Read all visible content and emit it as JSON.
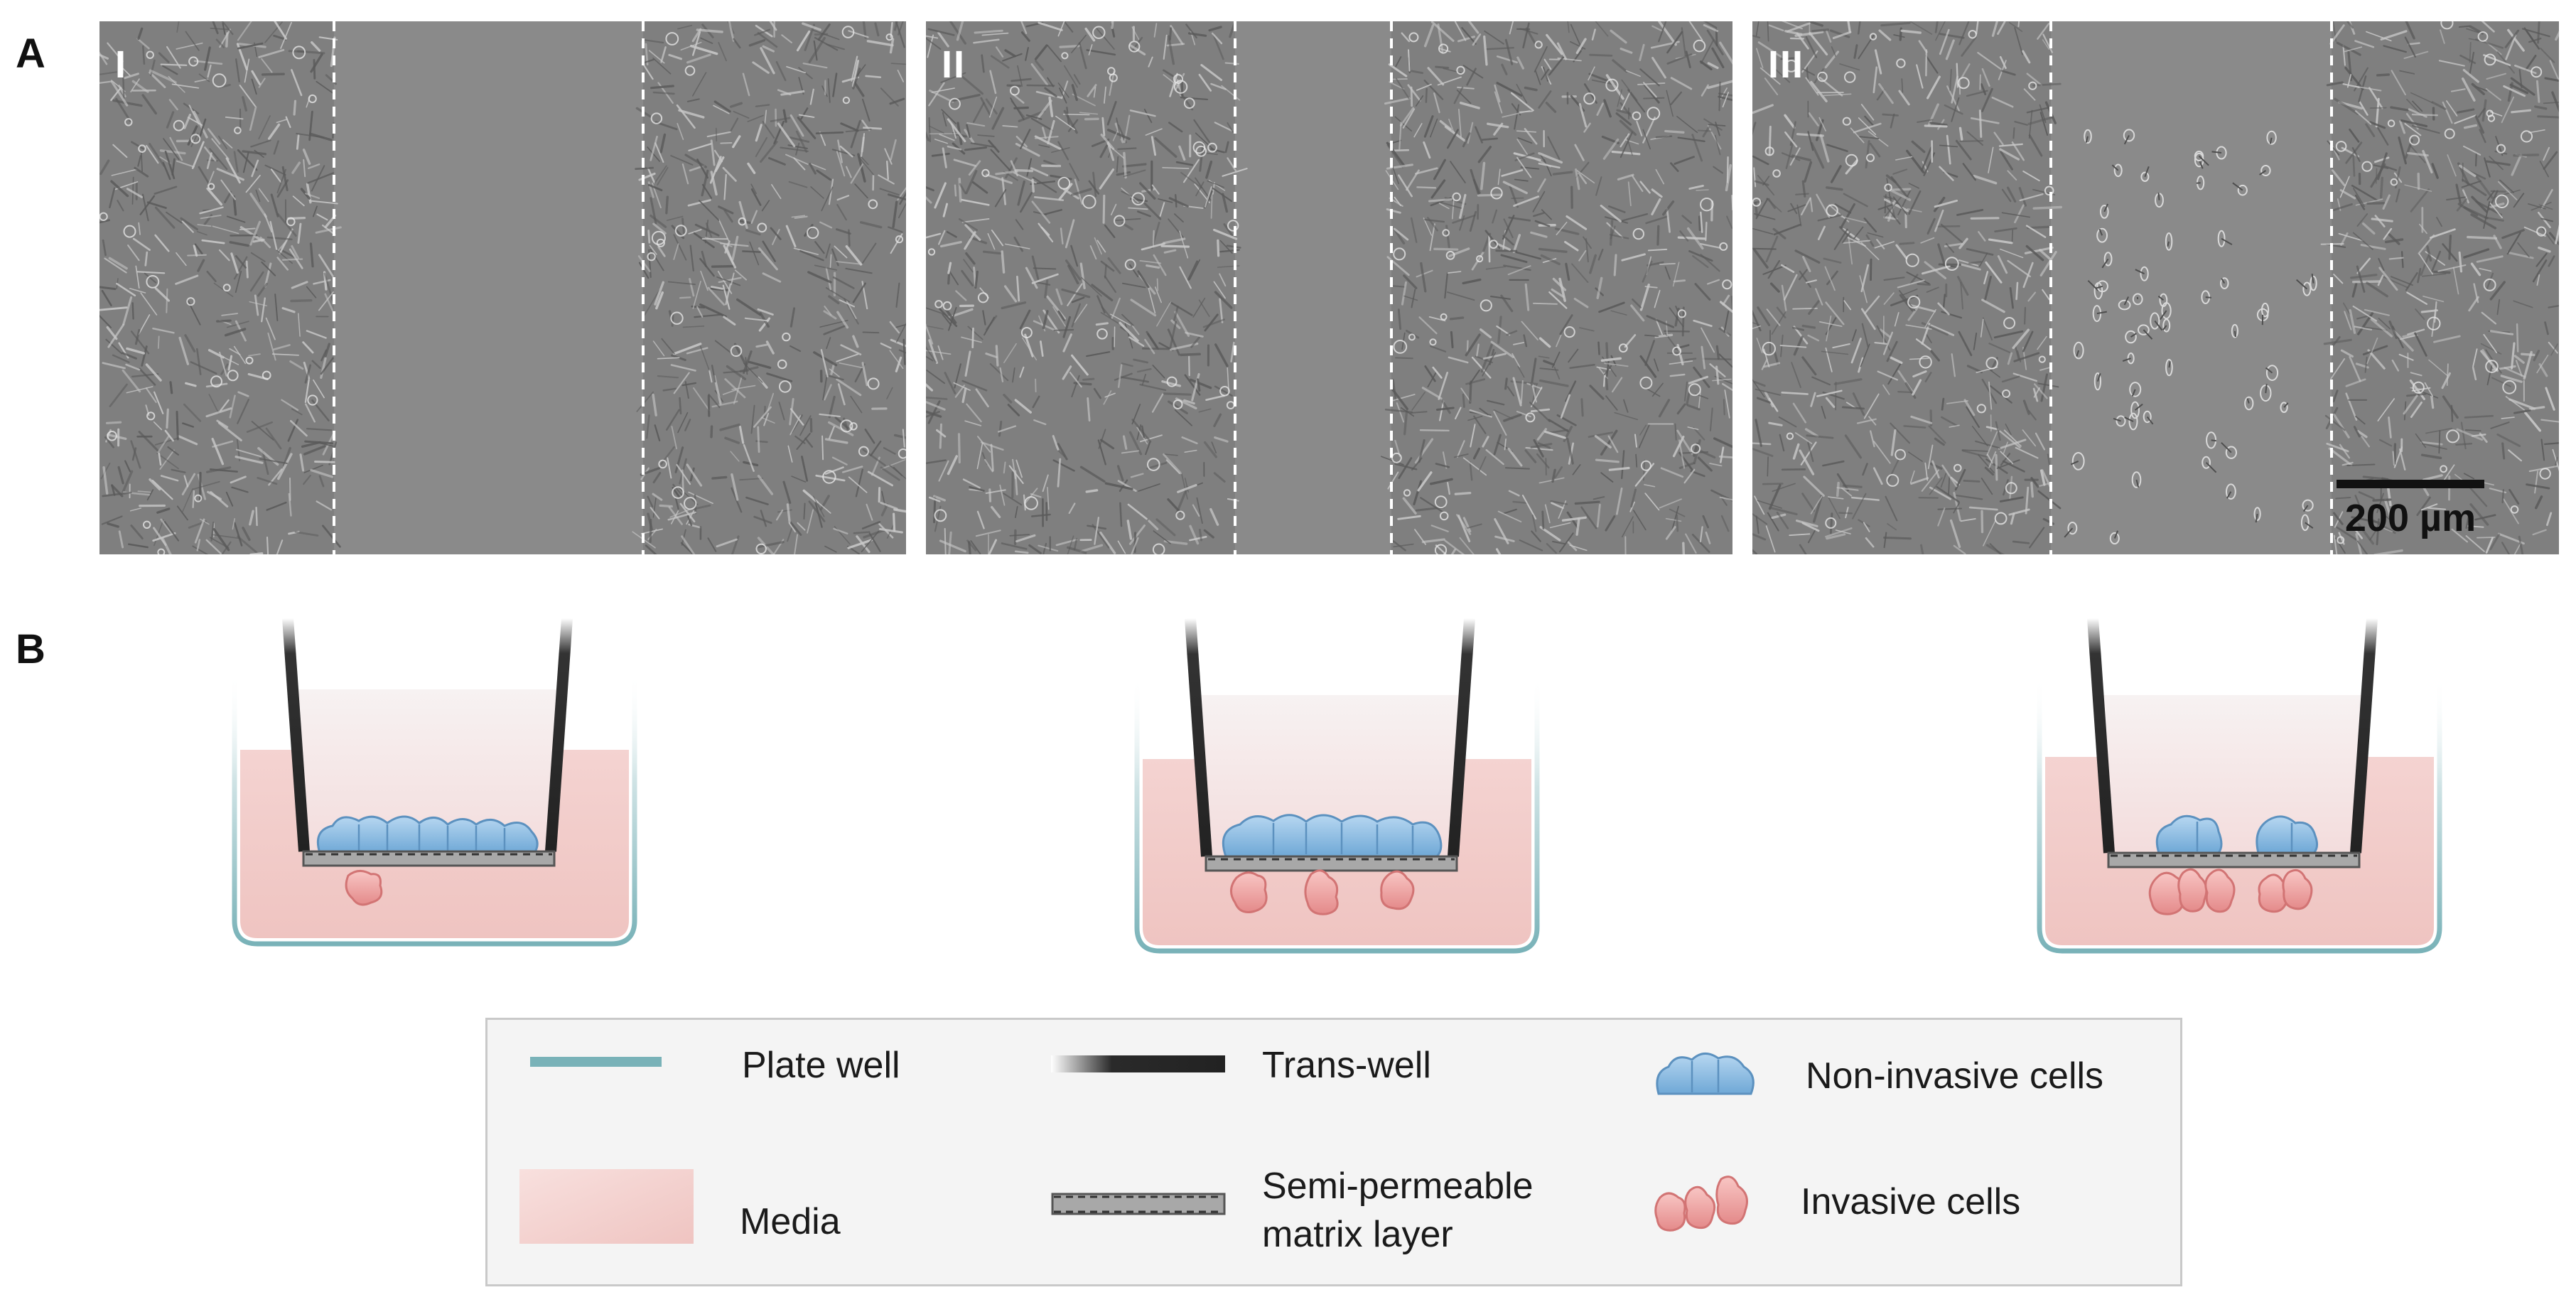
{
  "panels": {
    "a_label": "A",
    "b_label": "B"
  },
  "micrographs": [
    {
      "label": "I",
      "gap": "wide"
    },
    {
      "label": "II",
      "gap": "narrow"
    },
    {
      "label": "III",
      "gap": "medium, with invading cells"
    }
  ],
  "scale_bar": {
    "text": "200 µm"
  },
  "wells": [
    {
      "stage": "I",
      "invasive_cells_below": 1
    },
    {
      "stage": "II",
      "invasive_cells_below": 3
    },
    {
      "stage": "III",
      "invasive_cells_below": 5
    }
  ],
  "legend": {
    "items": [
      {
        "label": "Plate well",
        "icon": "plate-well-line"
      },
      {
        "label": "Trans-well",
        "icon": "trans-well-line"
      },
      {
        "label": "Non-invasive cells",
        "icon": "non-invasive-cells-icon"
      },
      {
        "label": "Media",
        "icon": "media-swatch"
      },
      {
        "label_line1": "Semi-permeable",
        "label_line2": "matrix layer",
        "icon": "matrix-layer-icon"
      },
      {
        "label": "Invasive cells",
        "icon": "invasive-cells-icon"
      }
    ]
  },
  "colors": {
    "plate_well": "#79b2b8",
    "trans_well": "#222222",
    "media": "#f2c9c6",
    "non_invasive": "#8ec0e6",
    "invasive": "#ee9f9f",
    "matrix": "#a8a8a8",
    "legend_bg": "#f4f4f4"
  }
}
